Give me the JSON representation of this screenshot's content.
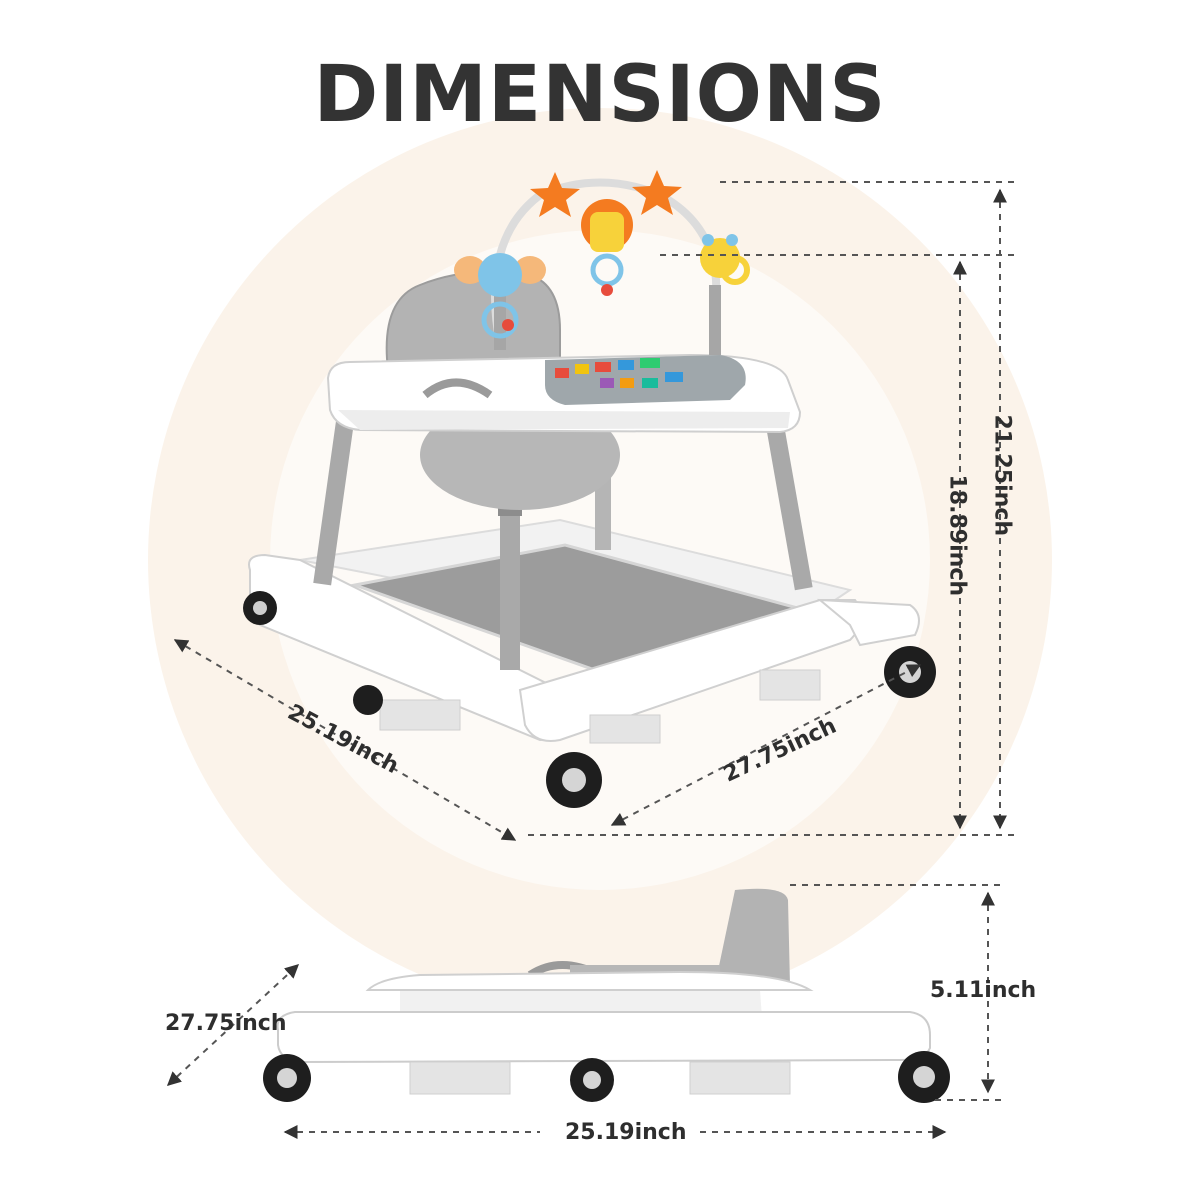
{
  "title": "DIMENSIONS",
  "colors": {
    "background": "#ffffff",
    "circle": "#fbf3ea",
    "text": "#2e2e2e",
    "frame": "#ffffff",
    "gray": "#b9b9b9",
    "toy_orange": "#f47b20",
    "toy_yellow": "#f7d23a",
    "toy_blue": "#7fc4e8"
  },
  "dimensions": {
    "top_height_total": "21.25inch",
    "top_height_tray": "18.89inch",
    "top_depth": "25.19inch",
    "top_width": "27.75inch",
    "folded_height": "5.11inch",
    "folded_depth": "27.75inch",
    "folded_width": "25.19inch"
  }
}
